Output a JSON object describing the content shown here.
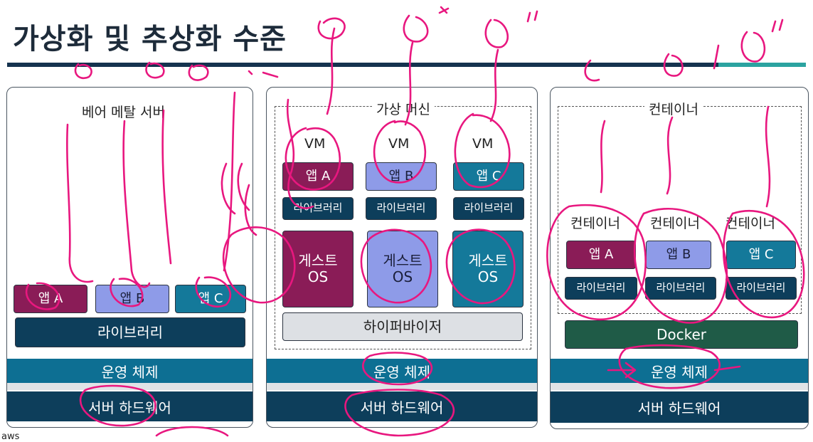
{
  "title": "가상화 및 추상화 수준",
  "footer_logo": "aws",
  "colors": {
    "app_a": "#8a1c57",
    "app_b": "#8e9be8",
    "app_c": "#14799a",
    "library": "#0d3e5b",
    "os_bar": "#0d6f93",
    "hardware": "#0d3e5b",
    "docker": "#1f5b47",
    "annotation_ink": "#e8177f"
  },
  "bare_metal": {
    "label": "베어 메탈 서버",
    "apps": [
      "앱 A",
      "앱 B",
      "앱 C"
    ],
    "library": "라이브러리",
    "os": "운영 체제",
    "hardware": "서버 하드웨어"
  },
  "virtual_machine": {
    "label": "가상 머신",
    "vm_labels": [
      "VM",
      "VM",
      "VM"
    ],
    "apps": [
      "앱 A",
      "앱 B",
      "앱 C"
    ],
    "library": "라이브러리",
    "guest_os": [
      "게스트\nOS",
      "게스트\nOS",
      "게스트\nOS"
    ],
    "hypervisor": "하이퍼바이저",
    "os": "운영 체제",
    "hardware": "서버 하드웨어"
  },
  "container": {
    "label": "컨테이너",
    "container_labels": [
      "컨테이너",
      "컨테이너",
      "컨테이너"
    ],
    "apps": [
      "앱 A",
      "앱 B",
      "앱 C"
    ],
    "library": "라이브러리",
    "engine": "Docker",
    "os": "운영 체제",
    "hardware": "서버 하드웨어"
  }
}
